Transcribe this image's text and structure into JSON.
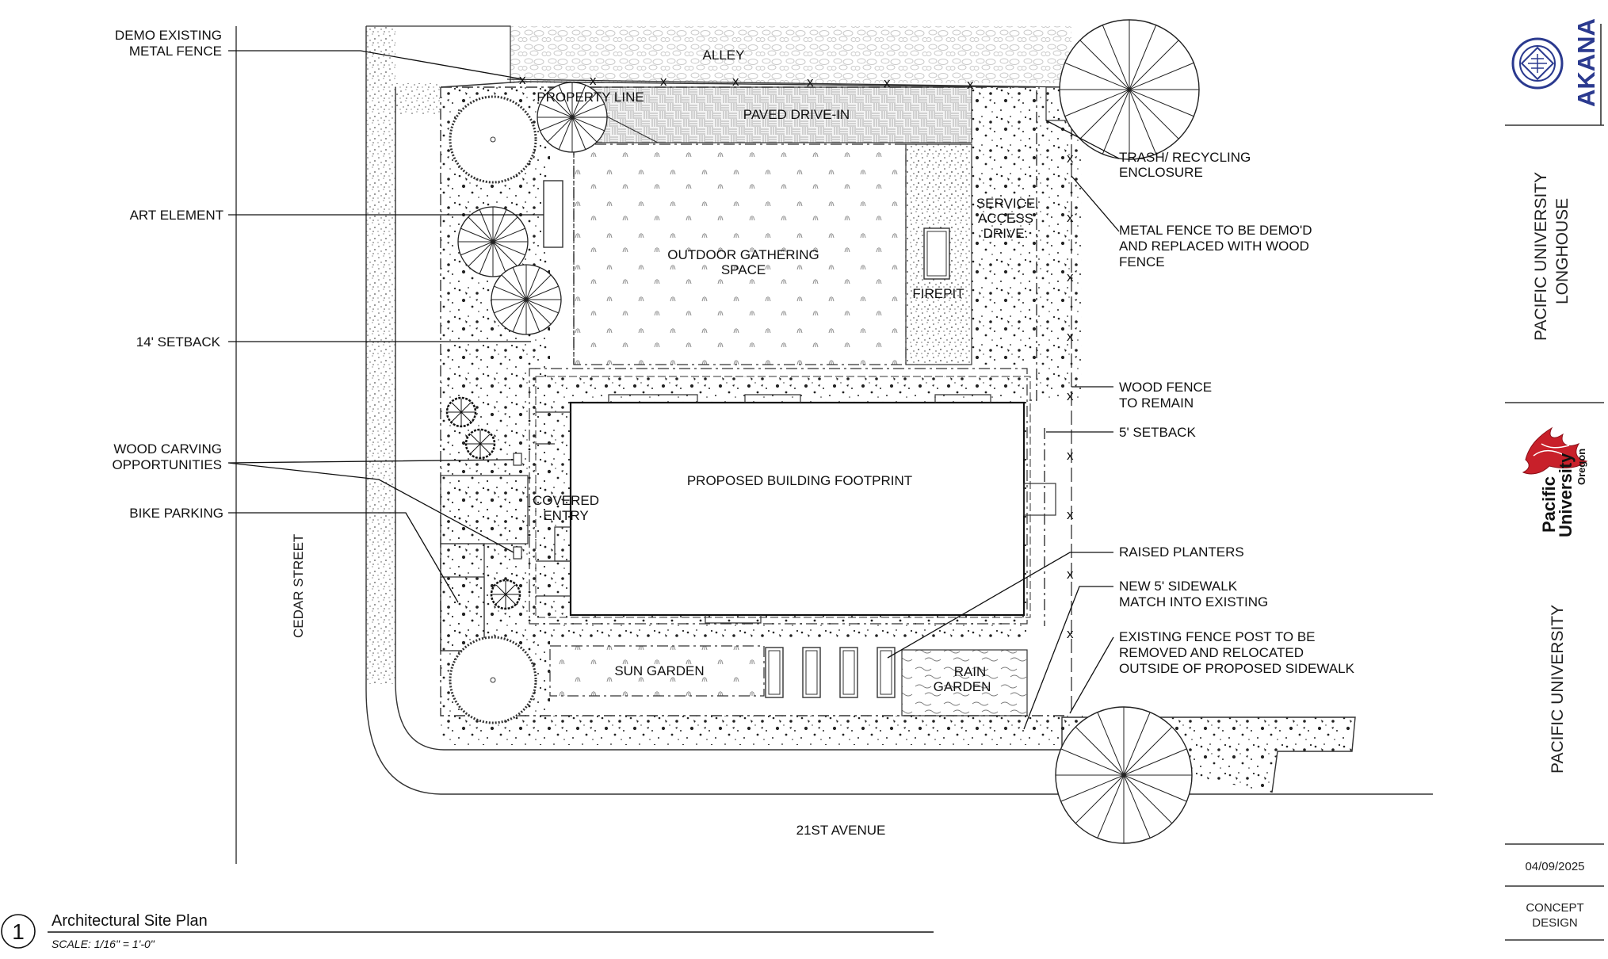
{
  "labels": {
    "alley": "ALLEY",
    "property_line": "PROPERTY LINE",
    "paved_drive_in": "PAVED DRIVE-IN",
    "outdoor_gathering_1": "OUTDOOR GATHERING",
    "outdoor_gathering_2": "SPACE",
    "firepit": "FIREPIT",
    "service_1": "SERVICE",
    "service_2": "ACCESS",
    "service_3": "DRIVE.",
    "building": "PROPOSED BUILDING FOOTPRINT",
    "covered_1": "COVERED",
    "covered_2": "ENTRY",
    "sun_garden": "SUN GARDEN",
    "rain_1": "RAIN",
    "rain_2": "GARDEN",
    "cedar_street": "CEDAR STREET",
    "avenue": "21ST AVENUE"
  },
  "callouts_left": {
    "demo_fence_1": "DEMO EXISTING",
    "demo_fence_2": "METAL FENCE",
    "art_element": "ART ELEMENT",
    "setback_14": "14' SETBACK",
    "wood_carving_1": "WOOD CARVING",
    "wood_carving_2": "OPPORTUNITIES",
    "bike_parking": "BIKE PARKING"
  },
  "callouts_right": {
    "trash_1": "TRASH/ RECYCLING",
    "trash_2": "ENCLOSURE",
    "metal_fence_1": "METAL FENCE TO BE DEMO'D",
    "metal_fence_2": "AND REPLACED WITH WOOD",
    "metal_fence_3": "FENCE",
    "wood_fence_1": "WOOD FENCE",
    "wood_fence_2": "TO REMAIN",
    "setback_5": "5' SETBACK",
    "raised_planters": "RAISED PLANTERS",
    "sidewalk_1": "NEW 5' SIDEWALK",
    "sidewalk_2": "MATCH INTO EXISTING",
    "post_1": "EXISTING FENCE POST TO BE",
    "post_2": "REMOVED AND RELOCATED",
    "post_3": "OUTSIDE OF PROPOSED SIDEWALK"
  },
  "title_block": {
    "number": "1",
    "title": "Architectural Site Plan",
    "scale": "SCALE: 1/16\" = 1'-0\""
  },
  "sidebar": {
    "firm_logo": "AKANA",
    "project_1": "PACIFIC UNIVERSITY",
    "project_2": "LONGHOUSE",
    "client_logo_1": "Pacific",
    "client_logo_2": "University",
    "client_logo_3": "Oregon",
    "client": "PACIFIC UNIVERSITY",
    "date": "04/09/2025",
    "phase_1": "CONCEPT",
    "phase_2": "DESIGN"
  },
  "colors": {
    "line": "#333333",
    "paving_fill": "#f2f2f2",
    "akana_blue": "#2b3a8f",
    "pacific_red": "#c8202a"
  }
}
